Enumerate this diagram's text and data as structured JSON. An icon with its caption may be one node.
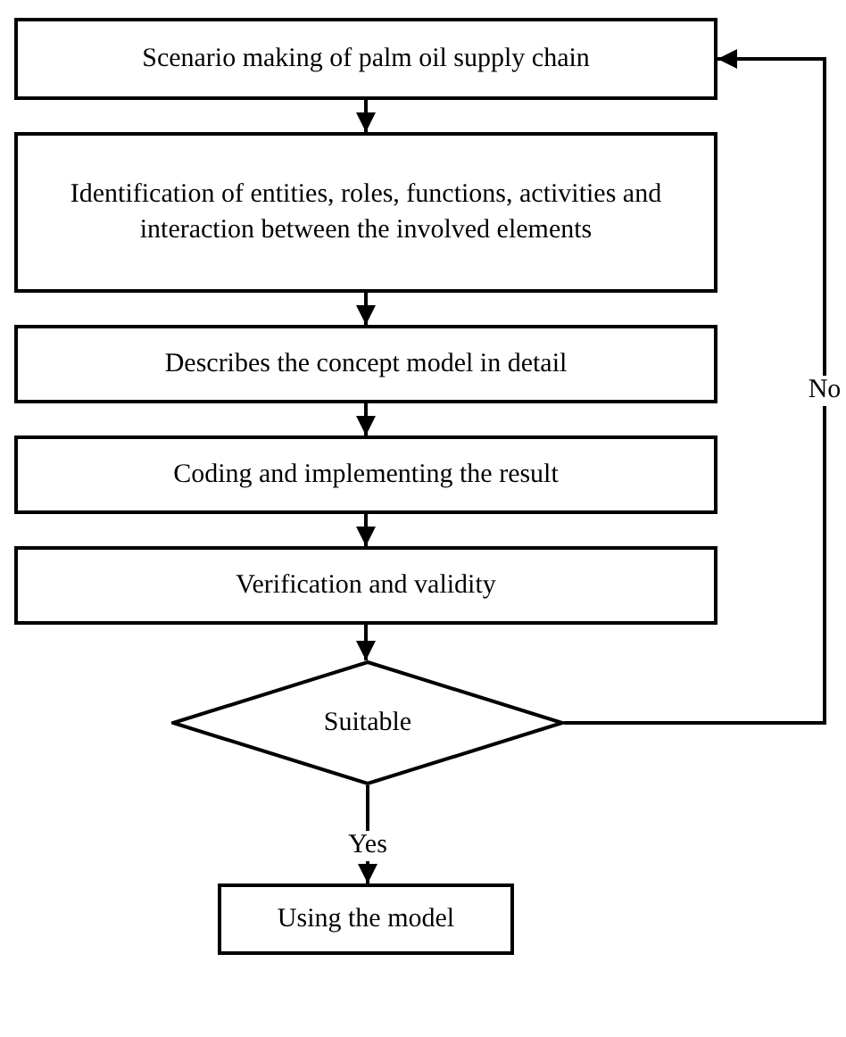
{
  "diagram": {
    "nodes": [
      {
        "text": [
          "Scenario making of palm oil supply chain"
        ]
      },
      {
        "text": [
          "Identification of entities, roles, functions, activities and interaction between the involved elements"
        ]
      },
      {
        "text": [
          "Describes the concept model in detail"
        ]
      },
      {
        "text": [
          "Coding and implementing the result"
        ]
      },
      {
        "text": [
          "Verification and validity"
        ]
      },
      {
        "text": [
          "Suitable"
        ]
      },
      {
        "text": [
          "Using the model"
        ]
      }
    ],
    "edges": [
      {
        "from": 0,
        "to": 1,
        "arrow": "to"
      },
      {
        "from": 1,
        "to": 2,
        "arrow": "to"
      },
      {
        "from": 2,
        "to": 3,
        "arrow": "to"
      },
      {
        "from": 3,
        "to": 4,
        "arrow": "to"
      },
      {
        "from": 4,
        "to": 5,
        "arrow": "to"
      },
      {
        "from": 5,
        "to": 6,
        "arrow": "to",
        "label": "Yes"
      },
      {
        "from": 5,
        "to": 0,
        "arrow": "to",
        "label": "No"
      }
    ]
  }
}
